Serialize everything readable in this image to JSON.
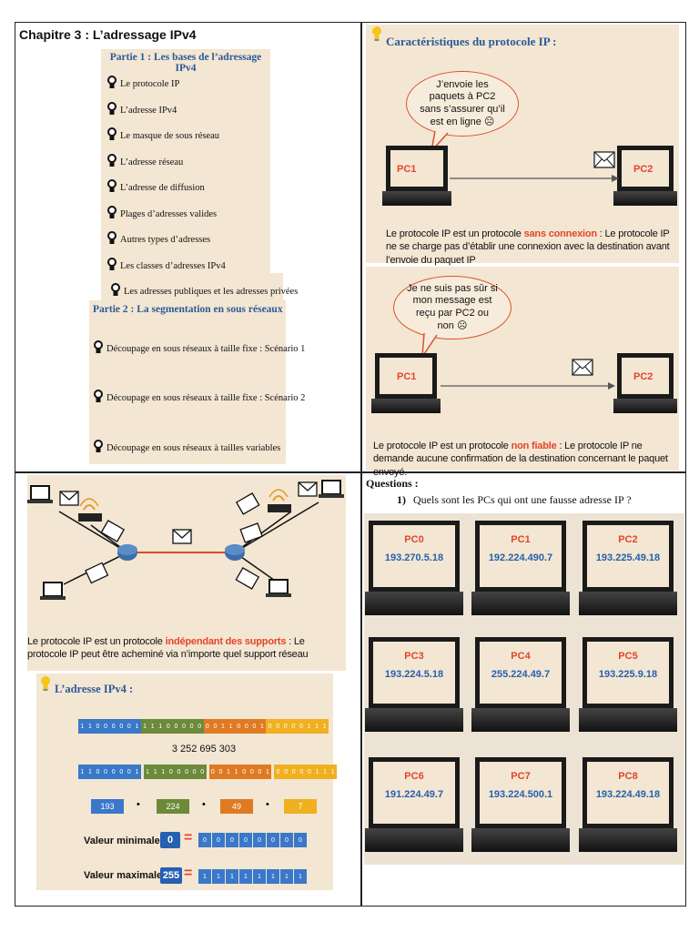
{
  "chapter_title": "Chapitre 3 : L’adressage IPv4",
  "part1": {
    "title": "Partie 1 : Les bases de l’adressage IPv4",
    "items": [
      "Le protocole IP",
      "L’adresse IPv4",
      "Le masque de sous réseau",
      "L’adresse réseau",
      "L’adresse de diffusion",
      "Plages d’adresses valides",
      "Autres types d’adresses",
      "Les classes d’adresses IPv4",
      "Les adresses publiques et les adresses privées"
    ]
  },
  "part2": {
    "title": "Partie 2 : La segmentation en sous réseaux",
    "items": [
      "Découpage en sous réseaux à taille fixe : Scénario 1",
      "Découpage en sous réseaux à taille fixe : Scénario 2",
      "Découpage en sous réseaux à tailles variables"
    ]
  },
  "ip_features": {
    "title": "Caractéristiques du protocole IP :",
    "bubble1": "J’envoie les paquets à PC2 sans s’assurer qu’il est en ligne ☹",
    "pc1": "PC1",
    "pc2": "PC2",
    "caption1_pre": "Le protocole IP est un protocole ",
    "caption1_hl": "sans connexion",
    "caption1_post": " : Le protocole IP ne se charge pas d’établir une connexion avec la destination avant l’envoie du paquet IP",
    "bubble2": "Je ne suis pas sûr si mon message est reçu par PC2 ou non ☹",
    "caption2_pre": "Le protocole IP est un protocole ",
    "caption2_hl": "non fiable",
    "caption2_post": " : Le protocole IP ne demande aucune confirmation de la destination concernant le paquet envoyé."
  },
  "media": {
    "caption_pre": "Le protocole IP est un protocole ",
    "caption_hl": "indépendant des supports",
    "caption_post": " : Le protocole IP peut être acheminé via n’importe quel support réseau"
  },
  "ipv4": {
    "title": "L’adresse IPv4 :",
    "bits": "11000001111000000011000100000111",
    "decimal": "3 252 695 303",
    "octets": [
      "193",
      "224",
      "49",
      "7"
    ],
    "dot": "•",
    "min_label": "Valeur minimale",
    "min_value": "0",
    "min_bits": [
      "0",
      "0",
      "0",
      "0",
      "0",
      "0",
      "0",
      "0"
    ],
    "max_label": "Valeur maximale",
    "max_value": "255",
    "max_bits": [
      "1",
      "1",
      "1",
      "1",
      "1",
      "1",
      "1",
      "1"
    ],
    "eq": "="
  },
  "questions": {
    "title": "Questions :",
    "q1_num": "1)",
    "q1_text": "Quels sont les PCs qui ont une fausse adresse IP ?",
    "pcs": [
      {
        "name": "PC0",
        "ip": "193.270.5.18"
      },
      {
        "name": "PC1",
        "ip": "192.224.490.7"
      },
      {
        "name": "PC2",
        "ip": "193.225.49.18"
      },
      {
        "name": "PC3",
        "ip": "193.224.5.18"
      },
      {
        "name": "PC4",
        "ip": "255.224.49.7"
      },
      {
        "name": "PC5",
        "ip": "193.225.9.18"
      },
      {
        "name": "PC6",
        "ip": "191.224.49.7"
      },
      {
        "name": "PC7",
        "ip": "193.224.500.1"
      },
      {
        "name": "PC8",
        "ip": "193.224.49.18"
      }
    ]
  },
  "colors": {
    "accent_red": "#e3452c",
    "ip_blue": "#2660b0",
    "heading_blue": "#2a5a9a",
    "panel_bg": "#f3e6d2",
    "octet1": "#3a78c9",
    "octet2": "#6b8a3a",
    "octet3": "#e07a22",
    "octet4": "#f0b020"
  },
  "icons": [
    "lightbulb-icon",
    "laptop-icon",
    "envelope-icon",
    "router-icon",
    "wifi-router-icon"
  ]
}
